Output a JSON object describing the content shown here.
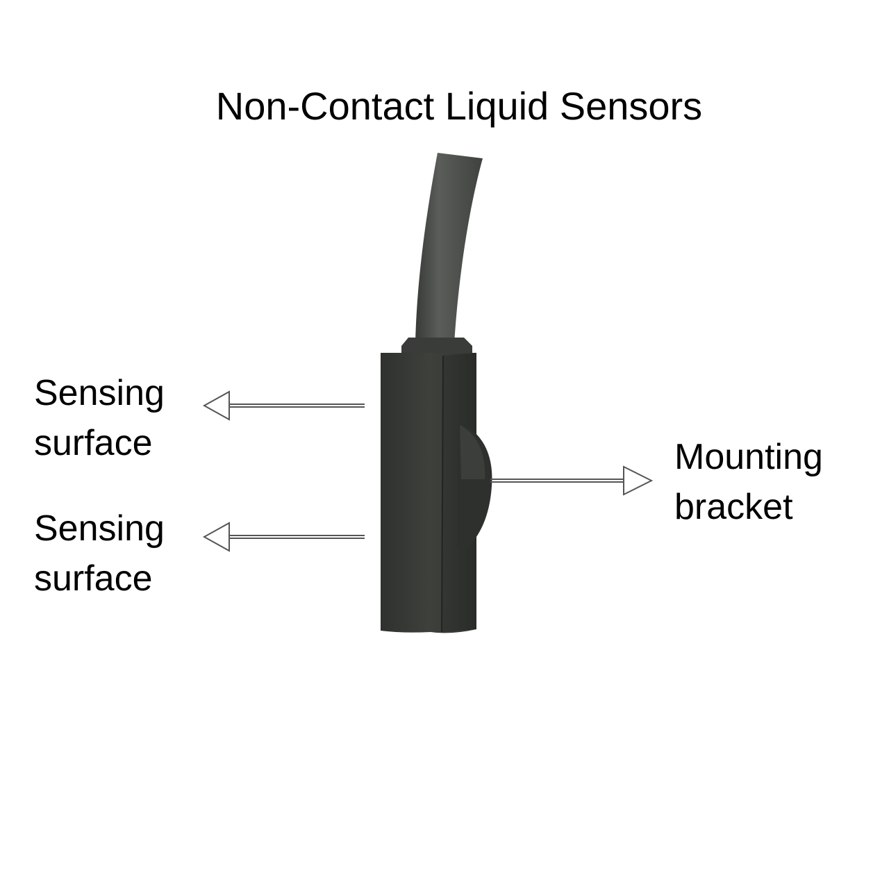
{
  "title": "Non-Contact Liquid Sensors",
  "labels": {
    "sensing_surface_top": {
      "line1": "Sensing",
      "line2": "surface"
    },
    "sensing_surface_bottom": {
      "line1": "Sensing",
      "line2": "surface"
    },
    "mounting_bracket": {
      "line1": "Mounting",
      "line2": "bracket"
    }
  },
  "colors": {
    "background": "#ffffff",
    "text": "#000000",
    "sensor_body": "#3b3d3a",
    "cable": "#4a4d49",
    "arrow_stroke": "#555555"
  }
}
